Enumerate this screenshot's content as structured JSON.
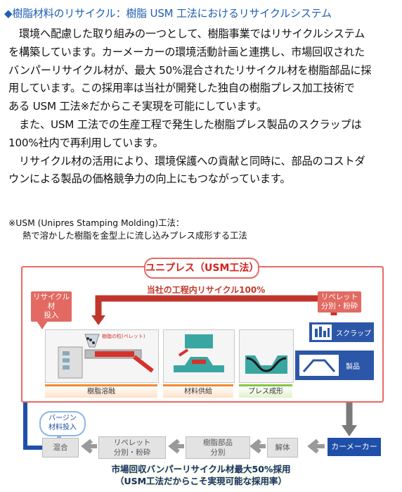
{
  "heading": "◆樹脂材料のリサイクル：樹脂 USM 工法におけるリサイクルシステム",
  "paragraph_lines": [
    "　環境へ配慮した取り組みの一つとして、樹脂事業ではリサイクルシステム",
    "を構築しています。カーメーカーの環境活動計画と連携し、市場回収された",
    "バンパーリサイクル材が、最大 50%混合されたリサイクル材を樹脂部品に採",
    "用しています。この採用率は当社が開発した独自の樹脂プレス加工技術で",
    "ある USM 工法※だからこそ実現を可能にしています。",
    "　また、USM 工法での生産工程で発生した樹脂プレス製品のスクラップは",
    "100%社内で再利用しています。",
    "　リサイクル材の活用により、環境保護への貢献と同時に、部品のコストダ",
    "ウンによる製品の価格競争力の向上にもつながっています。"
  ],
  "note": {
    "line1": "※USM (Unipres Stamping Molding)工法：",
    "line2": "熱で溶かした樹脂を金型上に流し込みプレス成形する工法"
  },
  "diagram": {
    "title": "ユニプレス（USM工法）",
    "inhouse_recycle": "当社の工程内リサイクル100%",
    "recycled_input": [
      "リサイクル材",
      "投入"
    ],
    "repellet_sort": [
      "リペレット",
      "分別・粉砕"
    ],
    "scrap": "スクラップ",
    "product": "製品",
    "pellet_label": "樹脂の粒(ペレット)",
    "stages": [
      "樹脂溶融",
      "材料供給",
      "プレス成形"
    ],
    "virgin_input": [
      "バージン",
      "材料投入"
    ],
    "bottom_flow": {
      "mix": "混合",
      "repellet": [
        "リペレット",
        "分別・粉砕"
      ],
      "resin_parts": [
        "樹脂部品",
        "分別"
      ],
      "dismantle": "解体",
      "carmaker": "カーメーカー"
    },
    "caption_line1": "市場回収バンパーリサイクル材最大50%採用",
    "caption_line2": "（USM工法だからこそ実現可能な採用率）"
  },
  "colors": {
    "heading_blue": "#1f5fb4",
    "frame_red": "#e86a64",
    "title_red": "#d2231d",
    "flow_blue": "#1f4fa8",
    "stage_orange": "#f28b2e",
    "stage_green": "#86c540",
    "caption_navy": "#1f2d6b"
  }
}
